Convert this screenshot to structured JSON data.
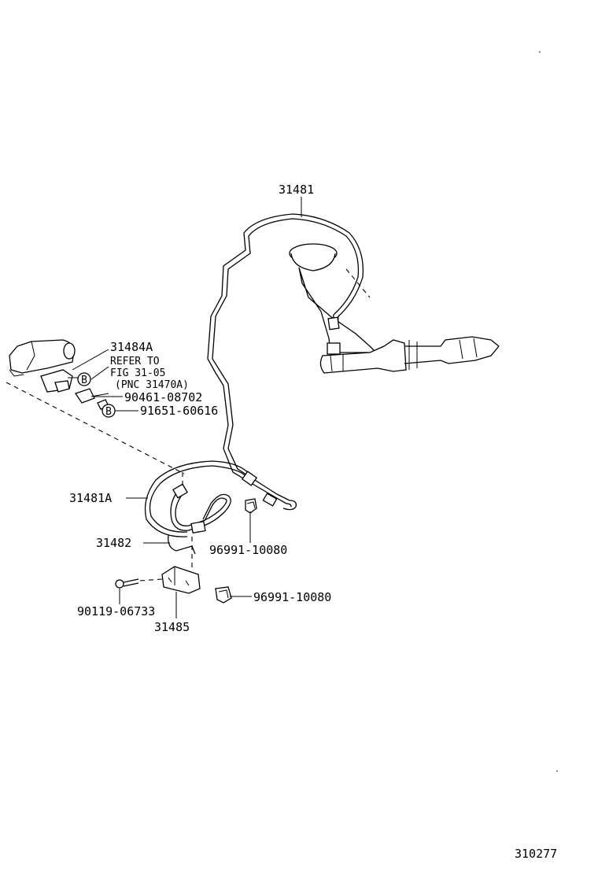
{
  "labels": {
    "pipe_upper": "31481",
    "switch": "31484A",
    "refer_1": "REFER TO",
    "refer_2": "FIG 31-05",
    "refer_3": "(PNC 31470A)",
    "nut": "90461-08702",
    "bolt_b": "91651-60616",
    "pipe_lower": "31481A",
    "hose": "31482",
    "clip_upper": "96991-10080",
    "clip_lower": "96991-10080",
    "bolt": "90119-06733",
    "bracket": "31485",
    "figure_number": "310277"
  },
  "markers": {
    "b1": "B",
    "b2": "B"
  }
}
